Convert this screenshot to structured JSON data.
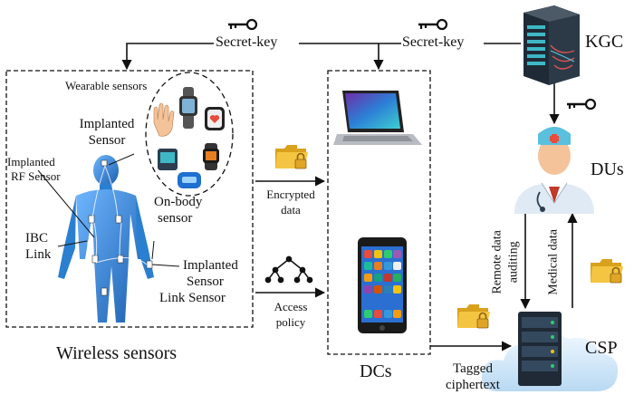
{
  "labels": {
    "secret_key_left": "Secret-key",
    "secret_key_right": "Secret-key",
    "kgc": "KGC",
    "wearable_sensors": "Wearable sensors",
    "implanted_sensor_top_1": "Implanted",
    "implanted_sensor_top_2": "Sensor",
    "implanted_rf_1": "Implanted",
    "implanted_rf_2": "RF Sensor",
    "on_body_1": "On-body",
    "on_body_2": "sensor",
    "ibc_1": "IBC",
    "ibc_2": "Link",
    "implanted_sensor_bottom_1": "Implanted",
    "implanted_sensor_bottom_2": "Sensor",
    "link_sensor": "Link Sensor",
    "wireless_sensors": "Wireless sensors",
    "encrypted_1": "Encrypted",
    "encrypted_2": "data",
    "access_1": "Access",
    "access_2": "policy",
    "dcs": "DCs",
    "dus": "DUs",
    "remote_1": "Remote data",
    "remote_2": "auditing",
    "medical_data": "Medical data",
    "csp": "CSP",
    "tagged_1": "Tagged",
    "tagged_2": "ciphertext"
  },
  "colors": {
    "folder": "#f4c542",
    "folder_dark": "#d9a11c",
    "lock": "#e0a526",
    "body_blue": "#2a7fd0",
    "server_dark": "#1f2a36",
    "server_teal": "#3fb8c6",
    "doctor_hat": "#5bc0de",
    "skin": "#f4c39a"
  },
  "icons": {
    "key": "key-icon",
    "folder": "folder-lock-icon",
    "tree": "access-tree-icon",
    "kgc_server": "server-rack-icon",
    "laptop": "laptop-icon",
    "phone": "smartphone-icon",
    "doctor": "doctor-icon",
    "cloud_server": "cloud-server-icon",
    "human": "human-body-icon"
  }
}
